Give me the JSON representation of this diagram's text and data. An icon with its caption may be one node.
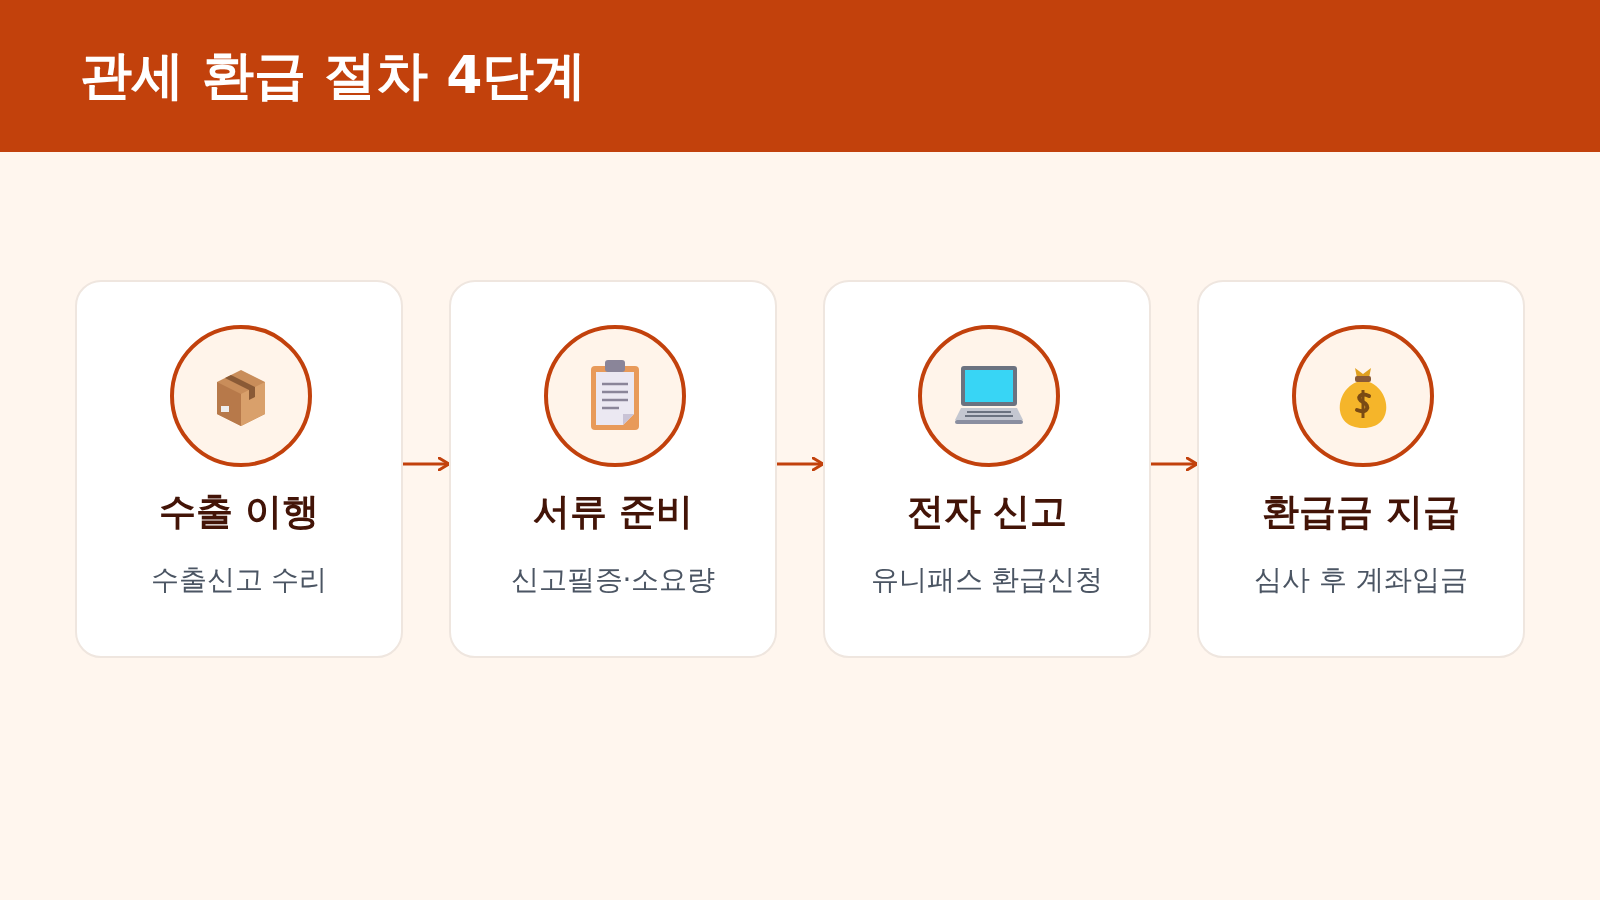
{
  "diagram": {
    "title": "관세 환급 절차 4단계",
    "nodes": [
      {
        "text": [
          "수출 이행",
          "수출신고 수리"
        ]
      },
      {
        "text": [
          "서류 준비",
          "신고필증·소요량"
        ]
      },
      {
        "text": [
          "전자 신고",
          "유니패스 환급신청"
        ]
      },
      {
        "text": [
          "환급금 지급",
          "심사 후 계좌입금"
        ]
      }
    ],
    "edges": [
      {
        "from": 0,
        "to": 1,
        "arrow": "to"
      },
      {
        "from": 1,
        "to": 2,
        "arrow": "to"
      },
      {
        "from": 2,
        "to": 3,
        "arrow": "to"
      }
    ]
  }
}
